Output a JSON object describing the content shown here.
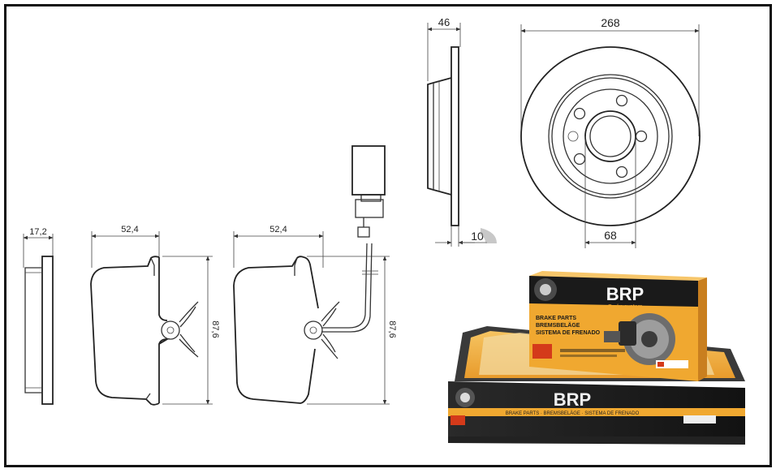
{
  "pads": {
    "thickness": "17,2",
    "width_left": "52,4",
    "width_right": "52,4",
    "height_left": "87,6",
    "height_right": "87,6"
  },
  "disc": {
    "thickness": "46",
    "min_thickness": "10",
    "diameter": "268",
    "hub_diameter": "68"
  },
  "packaging": {
    "brand": "BRP",
    "tagline": "Brake system",
    "product_lines": [
      "BRAKE PARTS",
      "BREMSBELÄGE",
      "SISTEMA DE FRENADO"
    ],
    "box_strip_text": "BRAKE PARTS · BREMSBELÄGE · SISTEMA DE FRENADO",
    "colors": {
      "box_dark": "#1f1f1f",
      "box_orange": "#f0a830",
      "box_cream": "#f3d9a0",
      "brand_red": "#d43a1a"
    }
  }
}
